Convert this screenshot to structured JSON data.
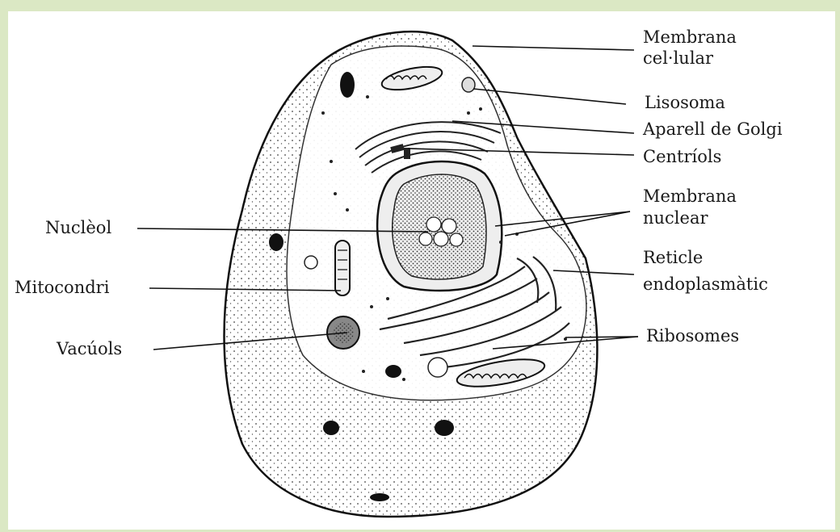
{
  "labels": {
    "membrana_cel": [
      "Membrana",
      "cel·lular"
    ],
    "lisosoma": "Lisosoma",
    "golgi": "Aparell de Golgi",
    "centriols": "Centríols",
    "membrana_nuclear": [
      "Membrana",
      "nuclear"
    ],
    "reticle": [
      "Reticle",
      "endoplasmàtic"
    ],
    "ribosomes": "Ribosomes",
    "nucleol": "Nuclèol",
    "mitocondri": "Mitocondri",
    "vacuols": "Vacúols"
  },
  "colors": {
    "background": "#dbe8c4",
    "ink": "#1a1a1a",
    "paper": "#ffffff"
  }
}
